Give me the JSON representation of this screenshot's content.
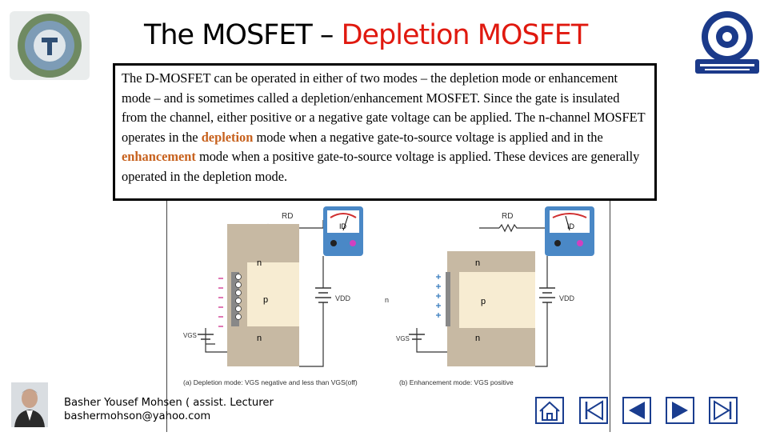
{
  "slide": {
    "title_prefix": "The MOSFET – ",
    "title_accent": "Depletion MOSFET",
    "body_parts": [
      "The D-MOSFET can be operated in either of two modes – the depletion mode or enhancement mode – and is sometimes called a depletion/enhancement MOSFET. Since the gate is insulated from the channel, either positive or a negative gate voltage can be applied. The n-channel MOSFET operates in the ",
      "depletion",
      " mode when a negative gate-to-source voltage is applied and in the ",
      "enhancement",
      " mode when a positive gate-to-source voltage is applied. These devices are generally operated in the depletion mode."
    ]
  },
  "figure": {
    "left_panel": {
      "rd": "RD",
      "meter": "ID",
      "vdd": "VDD",
      "vgs": "VGS",
      "drain_region": "n",
      "substrate": "p",
      "source_region": "n",
      "caption": "(a) Depletion mode: VGS negative and less than VGS(off)"
    },
    "right_panel": {
      "rd": "RD",
      "meter": "ID",
      "vdd": "VDD",
      "vgs": "VGS",
      "drain_region": "n",
      "substrate": "p",
      "source_region": "n",
      "caption": "(b) Enhancement mode: VGS positive"
    },
    "stray_label": "n"
  },
  "footer": {
    "author_line1": "Basher Yousef Mohsen ( assist. Lecturer",
    "author_line2": "bashermohson@yahoo.com"
  },
  "colors": {
    "accent": "#e0190f",
    "highlight": "#c7611d",
    "nav": "#1a3d8f",
    "semiconductor_p": "#f7ecd2",
    "semiconductor_n": "#c7b9a3"
  }
}
